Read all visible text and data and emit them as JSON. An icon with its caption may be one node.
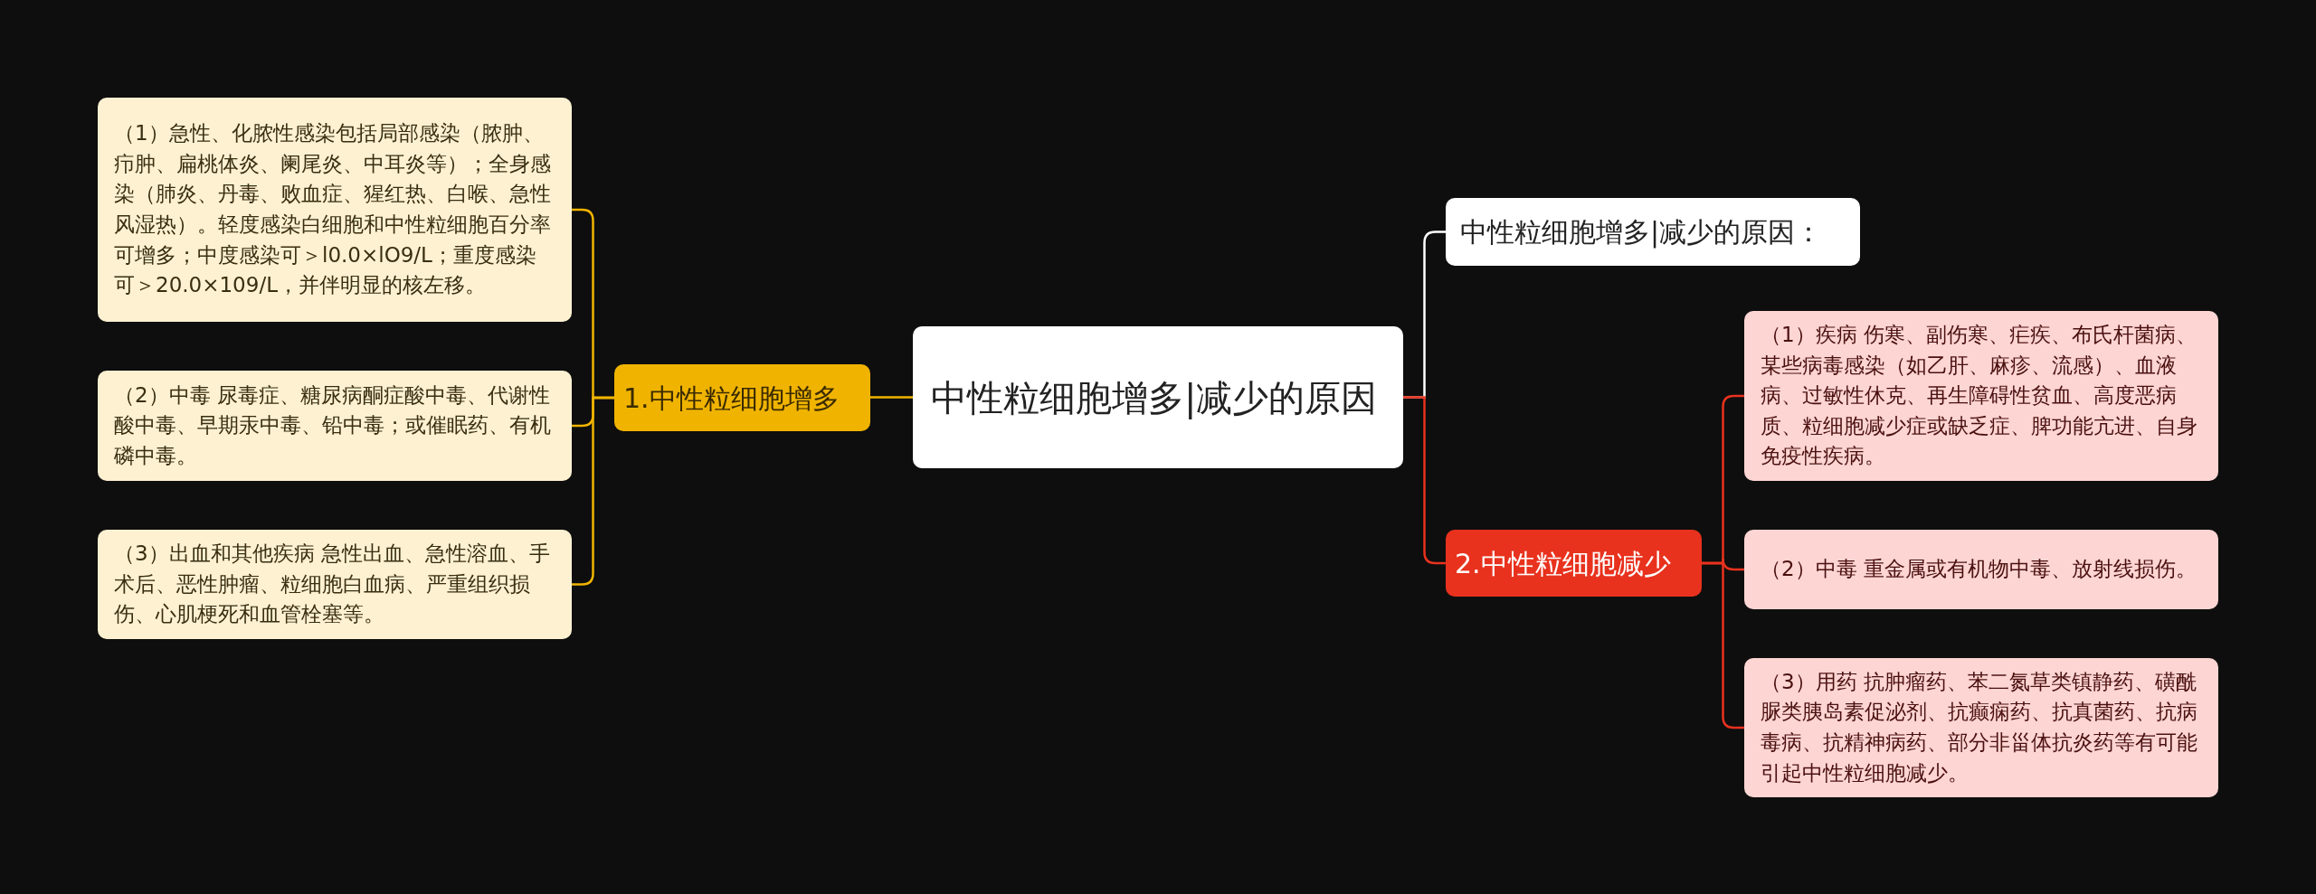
{
  "diagram": {
    "nodes": [
      {
        "text": [
          "中性粒细胞增多|减少的原因"
        ]
      },
      {
        "text": [
          "1.中性粒细胞增多"
        ]
      },
      {
        "text": [
          "（1）急性、化脓性感染包括局部感染（脓肿、疖肿、扁桃体炎、阑尾炎、中耳炎等）；全身感染（肺炎、丹毒、败血症、猩红热、白喉、急性风湿热）。轻度感染白细胞和中性粒细胞百分率可增多；中度感染可＞l0.0×lO9/L；重度感染可＞20.0×109/L，并伴明显的核左移。"
        ]
      },
      {
        "text": [
          "（2）中毒 尿毒症、糖尿病酮症酸中毒、代谢性酸中毒、早期汞中毒、铅中毒；或催眠药、有机磷中毒。"
        ]
      },
      {
        "text": [
          "（3）出血和其他疾病 急性出血、急性溶血、手术后、恶性肿瘤、粒细胞白血病、严重组织损伤、心肌梗死和血管栓塞等。"
        ]
      },
      {
        "text": [
          "中性粒细胞增多|减少的原因："
        ]
      },
      {
        "text": [
          "2.中性粒细胞减少"
        ]
      },
      {
        "text": [
          "（1）疾病 伤寒、副伤寒、疟疾、布氏杆菌病、某些病毒感染（如乙肝、麻疹、流感）、血液病、过敏性休克、再生障碍性贫血、高度恶病质、粒细胞减少症或缺乏症、脾功能亢进、自身免疫性疾病。"
        ]
      },
      {
        "text": [
          "（2）中毒 重金属或有机物中毒、放射线损伤。"
        ]
      },
      {
        "text": [
          "（3）用药 抗肿瘤药、苯二氮草类镇静药、磺酰脲类胰岛素促泌剂、抗癫痫药、抗真菌药、抗病毒病、抗精神病药、部分非甾体抗炎药等有可能引起中性粒细胞减少。"
        ]
      }
    ],
    "edges": [
      {
        "from": 0,
        "to": 1,
        "arrow": "none",
        "color": "#f0b400"
      },
      {
        "from": 1,
        "to": 2,
        "arrow": "none",
        "color": "#f0b400"
      },
      {
        "from": 1,
        "to": 3,
        "arrow": "none",
        "color": "#f0b400"
      },
      {
        "from": 1,
        "to": 4,
        "arrow": "none",
        "color": "#f0b400"
      },
      {
        "from": 0,
        "to": 5,
        "arrow": "none",
        "color": "#ffffff"
      },
      {
        "from": 0,
        "to": 6,
        "arrow": "none",
        "color": "#e8321e"
      },
      {
        "from": 6,
        "to": 7,
        "arrow": "none",
        "color": "#e8321e"
      },
      {
        "from": 6,
        "to": 8,
        "arrow": "none",
        "color": "#e8321e"
      },
      {
        "from": 6,
        "to": 9,
        "arrow": "none",
        "color": "#e8321e"
      }
    ]
  }
}
